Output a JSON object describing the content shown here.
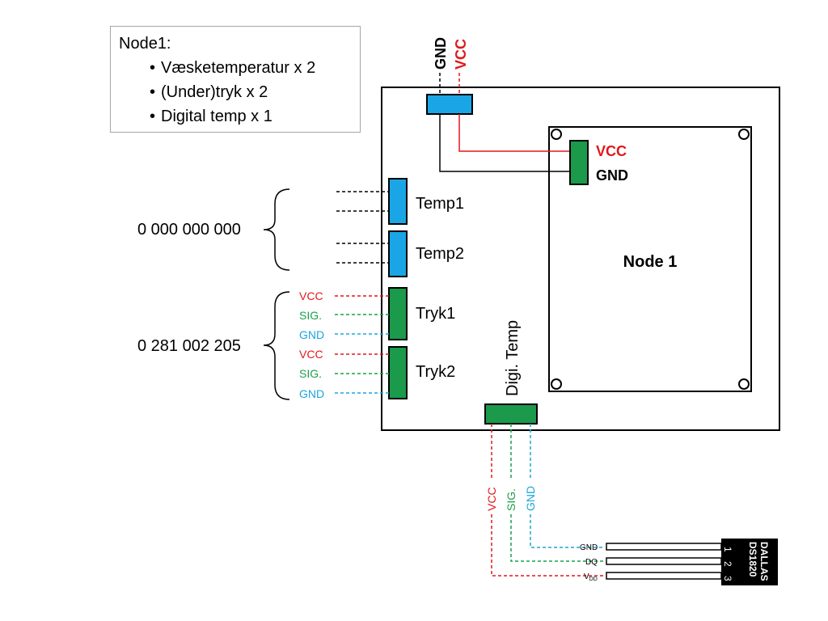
{
  "info": {
    "title": "Node1:",
    "items": [
      "Væsketemperatur x 2",
      "(Under)tryk x 2",
      "Digital temp x 1"
    ]
  },
  "power": {
    "gnd": "GND",
    "vcc": "VCC"
  },
  "node_connector": {
    "vcc": "VCC",
    "gnd": "GND"
  },
  "node_board": {
    "label": "Node 1"
  },
  "connectors": {
    "temp1": "Temp1",
    "temp2": "Temp2",
    "tryk1": "Tryk1",
    "tryk2": "Tryk2",
    "digi_temp": "Digi. Temp"
  },
  "part_numbers": {
    "temp": "0 000 000 000",
    "tryk": "0 281 002 205"
  },
  "tryk_pins": {
    "tryk1": [
      "VCC",
      "SIG.",
      "GND"
    ],
    "tryk2": [
      "VCC",
      "SIG.",
      "GND"
    ]
  },
  "digi_pins": [
    "VCC",
    "SIG.",
    "GND"
  ],
  "sensor": {
    "brand": "DALLAS",
    "model": "DS1820",
    "pin_numbers": [
      "1",
      "2",
      "3"
    ],
    "pin_labels": {
      "gnd": "GND",
      "dq": "DQ",
      "vdd": "V",
      "vdd_sub": "DD"
    }
  },
  "colors": {
    "vcc": "#e0191b",
    "sig": "#1aa04a",
    "gnd": "#1ca6dc",
    "connector_blue": "#1aa6e6",
    "connector_green": "#1a9a4a",
    "black": "#000000"
  }
}
